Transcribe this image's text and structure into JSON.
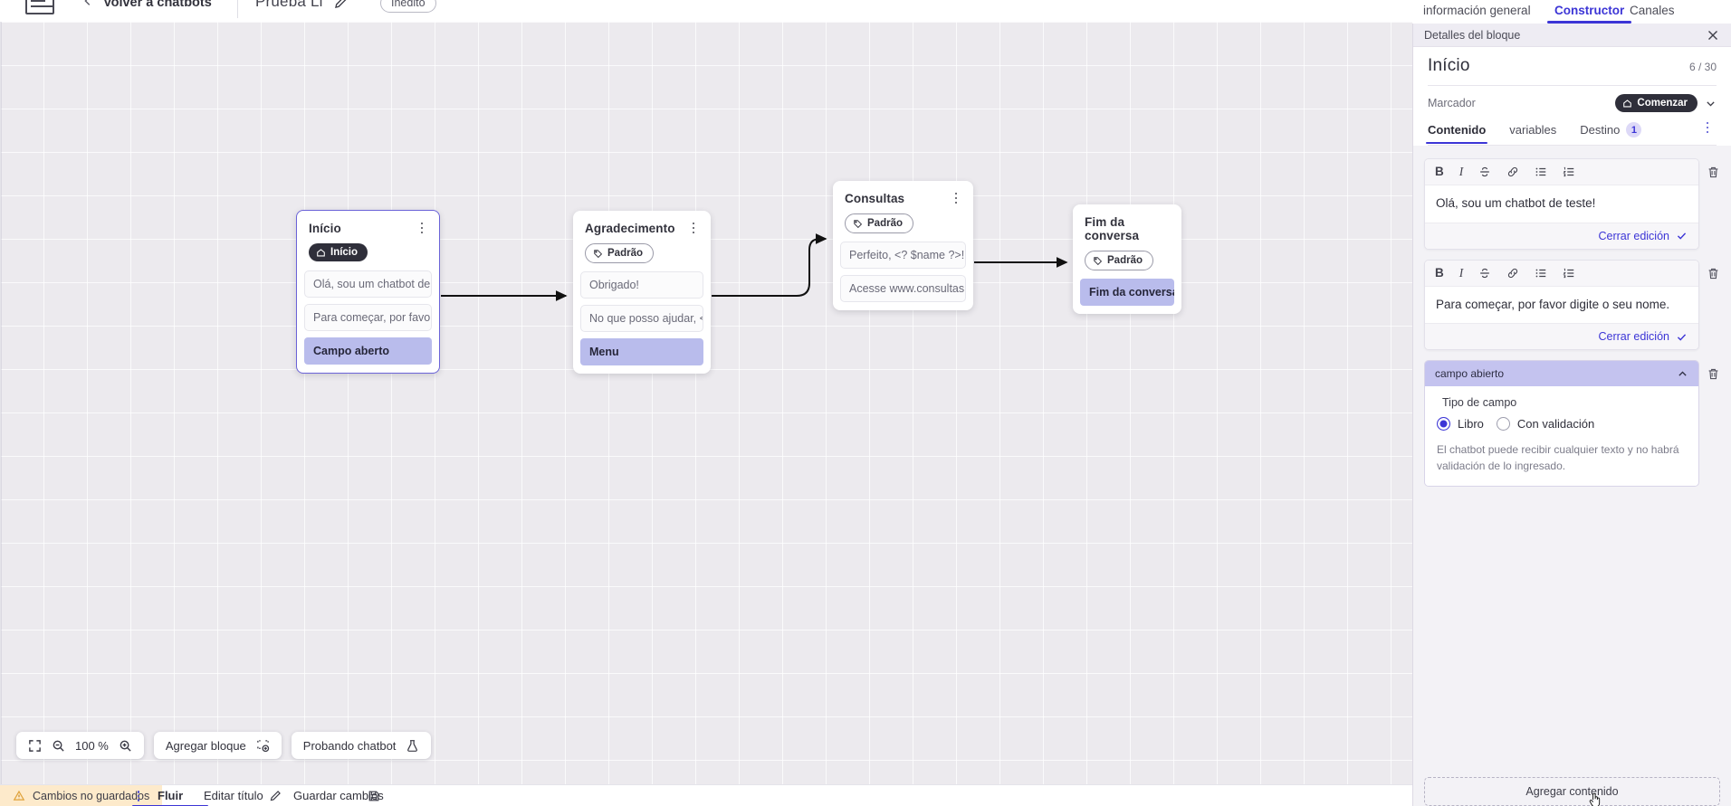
{
  "topbar": {
    "logo_icon": "flowbuilder-logo-icon",
    "back_icon": "chevron-left-icon",
    "back_label": "Volver a chatbots",
    "bot_title": "Prueba Li",
    "edit_icon": "pencil-icon",
    "status_badge": "Inédito"
  },
  "panel_tabs": [
    {
      "label": "información general",
      "active": false
    },
    {
      "label": "Constructor",
      "active": true
    },
    {
      "label": "Canales",
      "active": false
    }
  ],
  "canvas": {
    "zoom_level": "100 %",
    "nodes": [
      {
        "title": "Início",
        "tag": "Início",
        "tag_style": "dark",
        "tag_icon": "home-icon",
        "selected": true,
        "messages": [
          {
            "text": "Olá, sou um chatbot de teste!",
            "highlight": false
          },
          {
            "text": "Para começar, por favor digite o ...",
            "highlight": false
          },
          {
            "text": "Campo aberto",
            "highlight": true
          }
        ]
      },
      {
        "title": "Agradecimento",
        "tag": "Padrão",
        "tag_style": "outline",
        "tag_icon": "tag-icon",
        "selected": false,
        "messages": [
          {
            "text": "Obrigado!",
            "highlight": false
          },
          {
            "text": "No que posso ajudar, <? $name ...",
            "highlight": false
          },
          {
            "text": "Menu",
            "highlight": true
          }
        ]
      },
      {
        "title": "Consultas",
        "tag": "Padrão",
        "tag_style": "outline",
        "tag_icon": "tag-icon",
        "selected": false,
        "messages": [
          {
            "text": "Perfeito, <? $name ?>!",
            "highlight": false
          },
          {
            "text": "Acesse www.consultas.com par...",
            "highlight": false
          }
        ]
      },
      {
        "title": "Fim da conversa",
        "tag": "Padrão",
        "tag_style": "outline",
        "tag_icon": "tag-icon",
        "selected": false,
        "messages": [
          {
            "text": "Fim da conversa",
            "highlight": true
          }
        ]
      }
    ]
  },
  "float_toolbar": {
    "fit_icon": "fit-screen-icon",
    "zoom_out_icon": "zoom-out-icon",
    "zoom_level": "100 %",
    "zoom_in_icon": "zoom-in-icon",
    "add_block_label": "Agregar bloque",
    "add_block_icon": "add-block-icon",
    "test_chatbot_label": "Probando chatbot",
    "test_chatbot_icon": "flask-icon"
  },
  "statusbar": {
    "warning_icon": "warning-triangle-icon",
    "unsaved_label": "Cambios no guardados",
    "kebab_icon": "kebab-menu-icon",
    "flow_label": "Fluir",
    "edit_title_label": "Editar título",
    "edit_title_icon": "pencil-icon",
    "save_label": "Guardar cambios",
    "save_icon": "save-disk-icon"
  },
  "detail_panel": {
    "header_title": "Detalles del bloque",
    "close_icon": "close-icon",
    "block_title": "Início",
    "char_count": "6 / 30",
    "marker_label": "Marcador",
    "marker_value": "Comenzar",
    "marker_icon": "home-icon",
    "marker_chevron_icon": "chevron-down-icon",
    "tabs": [
      {
        "label": "Contenido",
        "active": true,
        "badge": null
      },
      {
        "label": "variables",
        "active": false,
        "badge": null
      },
      {
        "label": "Destino",
        "active": false,
        "badge": "1"
      }
    ],
    "tabs_kebab_icon": "kebab-menu-icon",
    "content_blocks": [
      {
        "type": "rich-text",
        "toolbar": [
          "bold-icon",
          "italic-icon",
          "strikethrough-icon",
          "link-icon",
          "bullet-list-icon",
          "numbered-list-icon"
        ],
        "text": "Olá, sou um chatbot de teste!",
        "footer_label": "Cerrar edición",
        "footer_icon": "check-icon",
        "delete_icon": "trash-icon"
      },
      {
        "type": "rich-text",
        "toolbar": [
          "bold-icon",
          "italic-icon",
          "strikethrough-icon",
          "link-icon",
          "bullet-list-icon",
          "numbered-list-icon"
        ],
        "text": "Para começar, por favor digite o seu nome.",
        "footer_label": "Cerrar edición",
        "footer_icon": "check-icon",
        "delete_icon": "trash-icon"
      }
    ],
    "field_block": {
      "header_title": "campo abierto",
      "collapse_icon": "chevron-up-icon",
      "delete_icon": "trash-icon",
      "sub_label": "Tipo de campo",
      "options": [
        {
          "label": "Libro",
          "selected": true
        },
        {
          "label": "Con validación",
          "selected": false
        }
      ],
      "help_text": "El chatbot puede recibir cualquier texto y no habrá validación de lo ingresado."
    },
    "add_content_label": "Agregar contenido",
    "cursor_icon": "pointing-hand-cursor"
  },
  "colors": {
    "accent": "#3c35d6",
    "highlight": "#b9bcec",
    "canvas_bg": "#eceaee",
    "warning_bg": "#fdeacb",
    "dark_tag": "#2f2f3a"
  }
}
